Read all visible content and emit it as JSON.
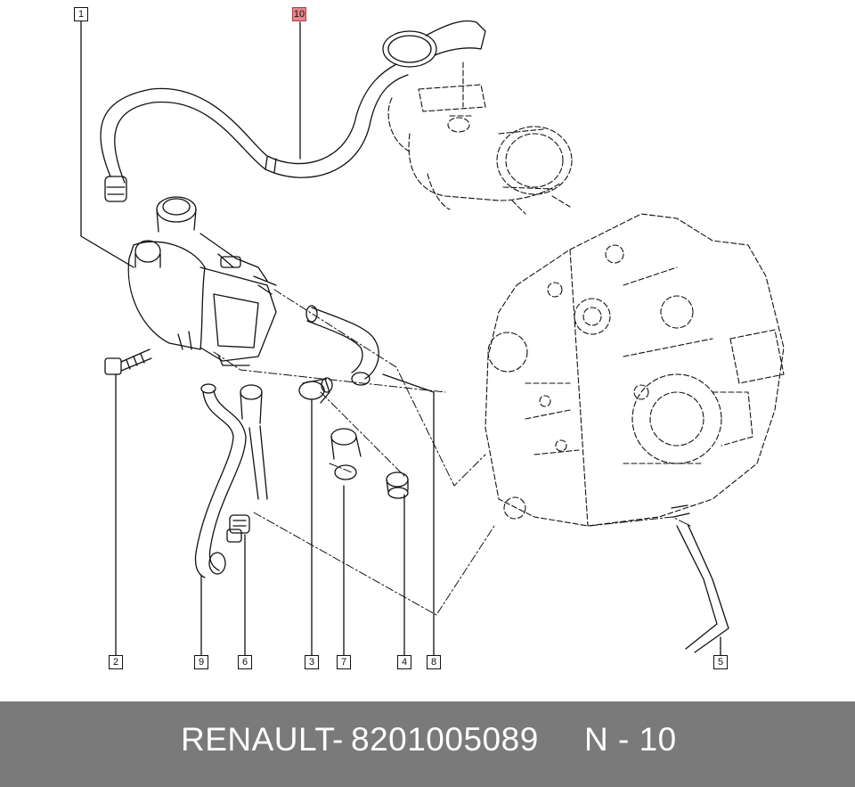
{
  "diagram": {
    "callouts": [
      {
        "id": "callout-1",
        "label": "1",
        "highlighted": false
      },
      {
        "id": "callout-10",
        "label": "10",
        "highlighted": true
      },
      {
        "id": "callout-2",
        "label": "2",
        "highlighted": false
      },
      {
        "id": "callout-9",
        "label": "9",
        "highlighted": false
      },
      {
        "id": "callout-6",
        "label": "6",
        "highlighted": false
      },
      {
        "id": "callout-3",
        "label": "3",
        "highlighted": false
      },
      {
        "id": "callout-7",
        "label": "7",
        "highlighted": false
      },
      {
        "id": "callout-4",
        "label": "4",
        "highlighted": false
      },
      {
        "id": "callout-8",
        "label": "8",
        "highlighted": false
      },
      {
        "id": "callout-5",
        "label": "5",
        "highlighted": false
      }
    ],
    "highlight_color": "#e4858c",
    "line_color": "#111111"
  },
  "footer": {
    "brand": "RENAULT",
    "separator": "-",
    "part_number": "8201005089",
    "page_ref": "N - 10",
    "background": "#7a7a7a"
  }
}
